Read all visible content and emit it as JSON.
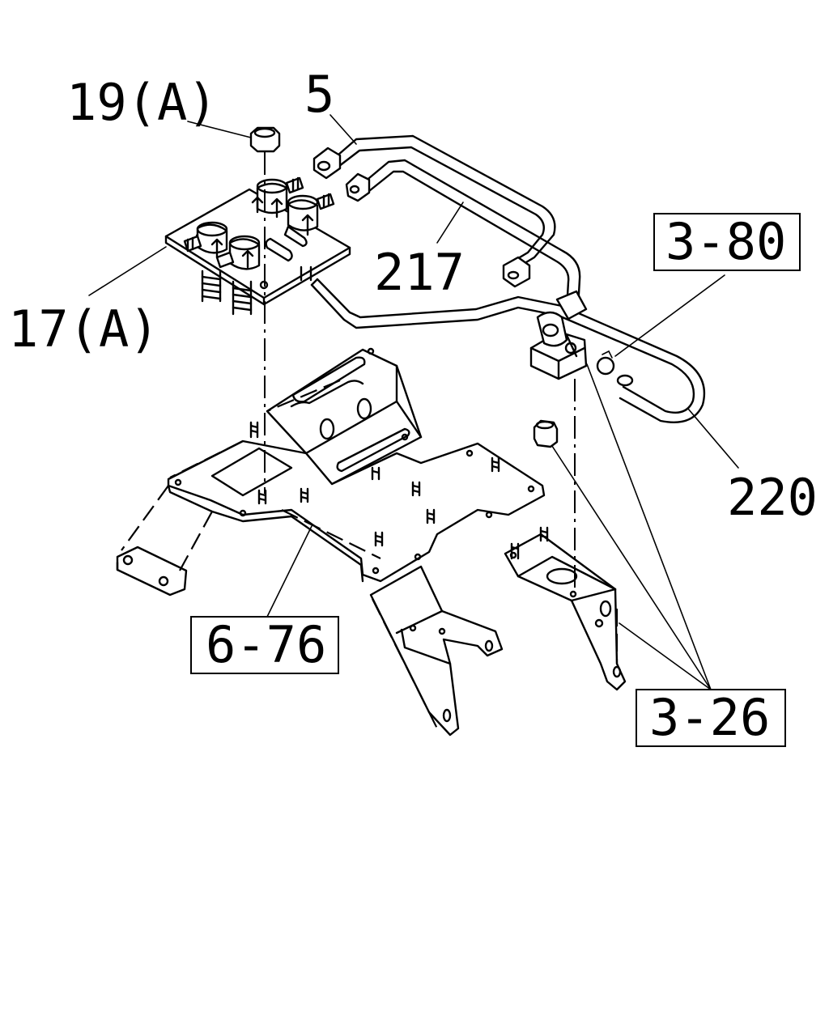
{
  "callouts": {
    "c19a": "19(A)",
    "c5": "5",
    "c217": "217",
    "c17a": "17(A)",
    "c380": "3-80",
    "c220": "220",
    "c676": "6-76",
    "c326": "3-26"
  }
}
